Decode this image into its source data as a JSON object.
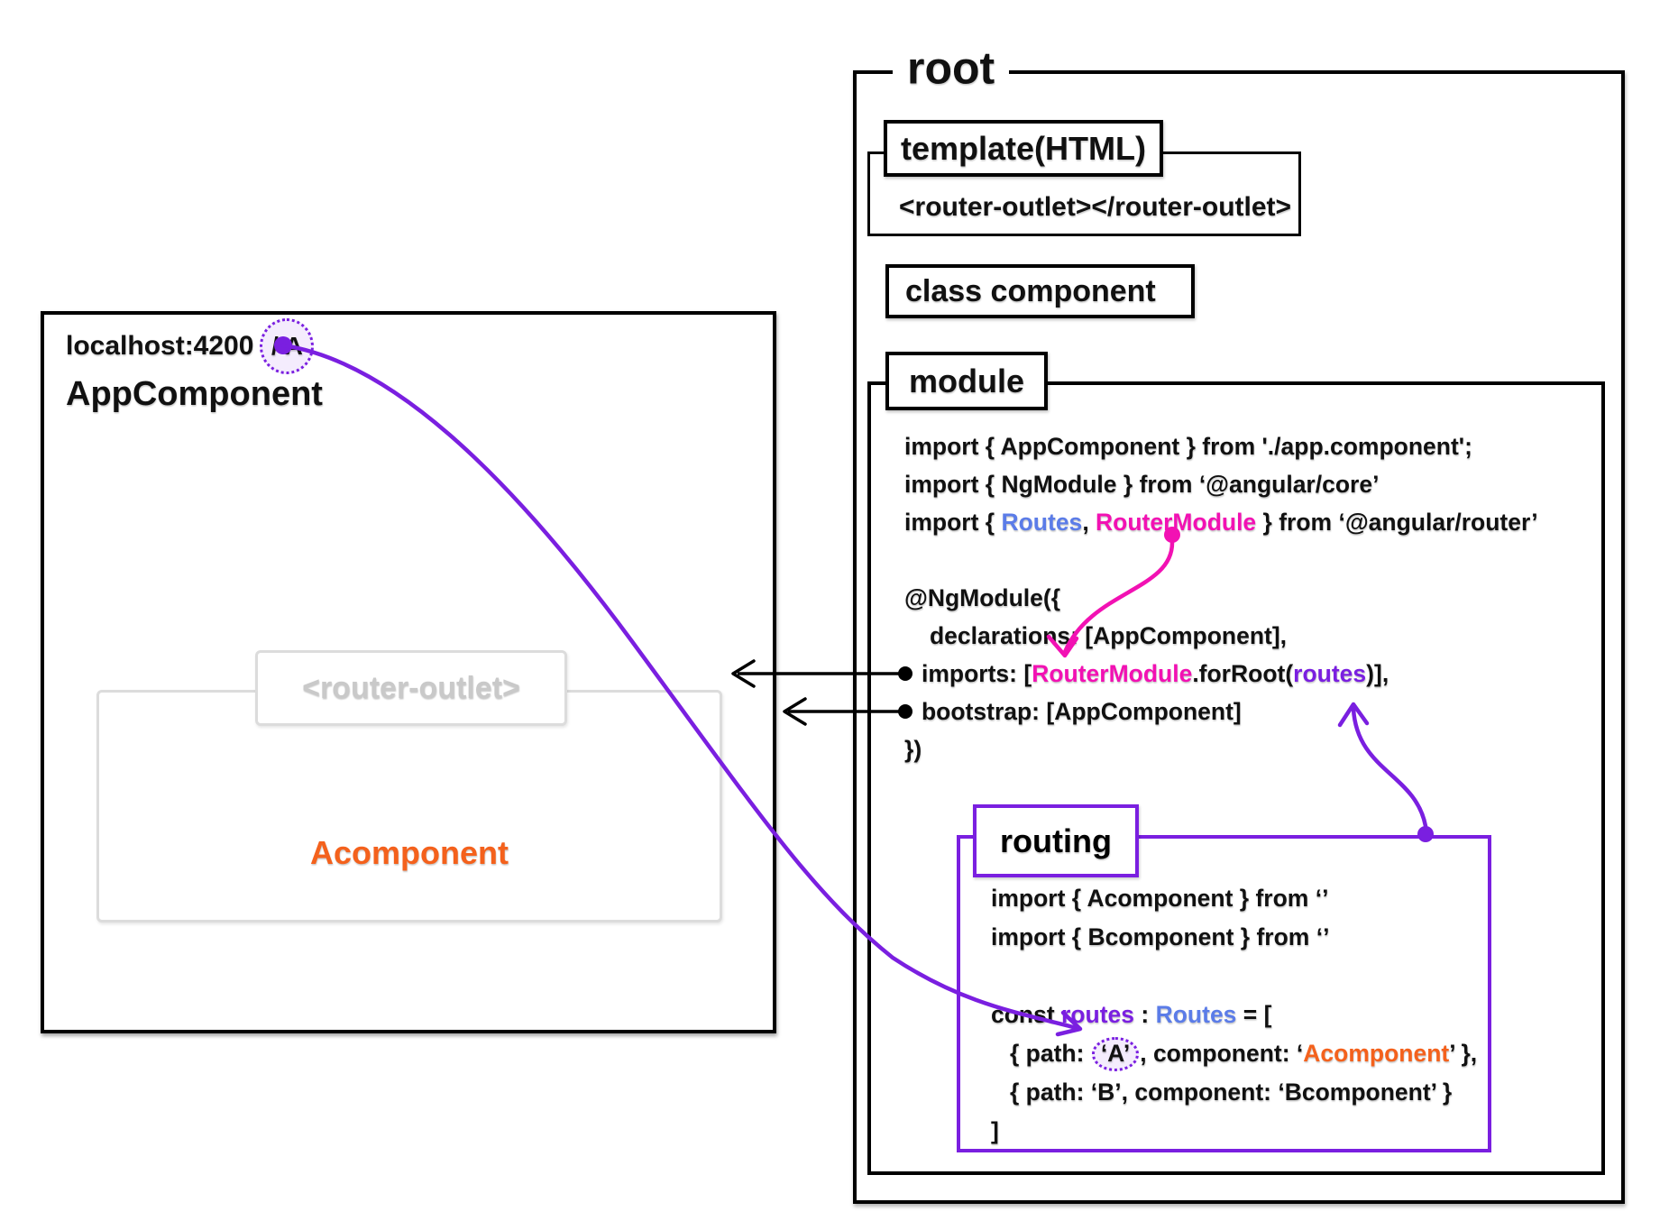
{
  "colors": {
    "purple": "#7a1fe0",
    "pink": "#f211b3",
    "blue": "#5b7ce8",
    "orange": "#f4611c",
    "gray_text": "#c9c9c9",
    "black": "#111111"
  },
  "left_panel": {
    "url_prefix": "localhost:4200",
    "url_path": "/ A",
    "component_title": "AppComponent",
    "router_outlet_tag": "<router-outlet>",
    "outlet_content": "Acomponent"
  },
  "root": {
    "title": "root",
    "template": {
      "label": "template(HTML)",
      "content": "<router-outlet></router-outlet>"
    },
    "class_component_label": "class component",
    "module": {
      "label": "module",
      "code": [
        {
          "seg": [
            {
              "t": "import { AppComponent } from './app.component';"
            }
          ]
        },
        {
          "seg": [
            {
              "t": "import { NgModule } from ‘@angular/core’"
            }
          ]
        },
        {
          "seg": [
            {
              "t": "import { "
            },
            {
              "t": "Routes",
              "c": "blue"
            },
            {
              "t": ", "
            },
            {
              "t": "RouterModule",
              "c": "pink"
            },
            {
              "t": " } from ‘@angular/router’"
            }
          ]
        },
        {
          "seg": []
        },
        {
          "seg": [
            {
              "t": "@NgModule({"
            }
          ]
        },
        {
          "ind": 1,
          "seg": [
            {
              "t": "declarations: [AppComponent],"
            }
          ]
        },
        {
          "bullet": true,
          "seg": [
            {
              "t": "imports: ["
            },
            {
              "t": "RouterModule",
              "c": "pink"
            },
            {
              "t": ".forRoot("
            },
            {
              "t": "routes",
              "c": "purple"
            },
            {
              "t": ")],"
            }
          ]
        },
        {
          "bullet": true,
          "seg": [
            {
              "t": "bootstrap: [AppComponent]"
            }
          ]
        },
        {
          "seg": [
            {
              "t": "})"
            }
          ]
        }
      ]
    },
    "routing": {
      "label": "routing",
      "code": [
        {
          "seg": [
            {
              "t": "import { Acomponent } from ‘’"
            }
          ]
        },
        {
          "seg": [
            {
              "t": "import { Bcomponent } from ‘’"
            }
          ]
        },
        {
          "seg": []
        },
        {
          "seg": [
            {
              "t": "const "
            },
            {
              "t": "routes",
              "c": "purple"
            },
            {
              "t": " : "
            },
            {
              "t": "Routes",
              "c": "blue"
            },
            {
              "t": " = ["
            }
          ]
        },
        {
          "ind": 1,
          "seg": [
            {
              "t": "{ path: "
            },
            {
              "t": "‘A’",
              "circle": true
            },
            {
              "t": ", component: ‘"
            },
            {
              "t": "Acomponent",
              "c": "orange"
            },
            {
              "t": "’ },"
            }
          ]
        },
        {
          "ind": 1,
          "seg": [
            {
              "t": "{ path: ‘B’, component: ‘Bcomponent’ }"
            }
          ]
        },
        {
          "seg": [
            {
              "t": "]"
            }
          ]
        }
      ]
    }
  }
}
